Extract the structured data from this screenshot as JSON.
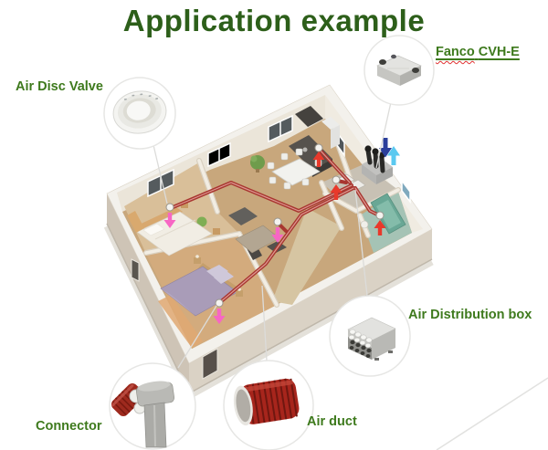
{
  "title": "Application example",
  "labels": {
    "air_disc_valve": "Air Disc Valve",
    "fanco_word1": "Fanco",
    "fanco_word2": "CVH-E",
    "air_distribution_box": "Air Distribution box",
    "connector": "Connector",
    "air_duct": "Air duct"
  },
  "illustrations": {
    "house": "isometric-house-floorplan",
    "air_disc_valve": "round-white-ceiling-valve",
    "fanco_unit": "flat-grey-heat-recovery-unit",
    "air_distribution_box": "grey-manifold-box-with-round-ports",
    "connector": "grey-duct-connector-with-red-corrugated-stub",
    "air_duct": "red-corrugated-flexible-duct"
  },
  "colors": {
    "title_green": "#2d5f1a",
    "label_green": "#3e7a1d",
    "spellcheck_red": "#e03030",
    "duct_red": "#a83630",
    "supply_arrow_pink": "#f766c4",
    "extract_arrow_red": "#e8392b",
    "fresh_air_arrow_dark_blue": "#2b3f9b",
    "exhaust_arrow_light_blue": "#5bc9f0",
    "wall_rim_white": "#f3f1ec",
    "exterior_wall_beige": "#cfc5b7",
    "floor_wood": "#c8a77c",
    "bathroom_teal": "#a5c3b5",
    "callout_line_grey": "#dcdcda"
  }
}
